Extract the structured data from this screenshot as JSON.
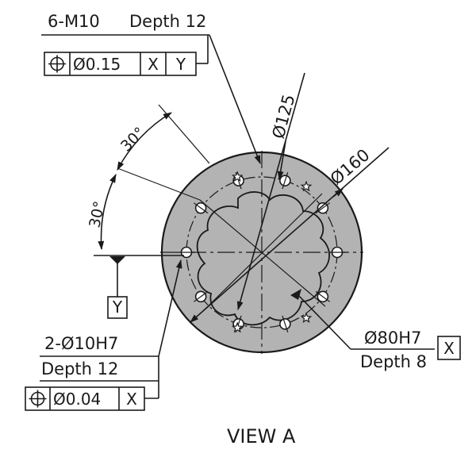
{
  "drawing": {
    "view_label": "VIEW A",
    "top_callout": {
      "line1_count": "6-M10",
      "line1_depth": "Depth 12",
      "fcf": {
        "symbol": "⊕",
        "tolerance": "Ø0.15",
        "datum1": "X",
        "datum2": "Y"
      }
    },
    "left_callout": {
      "line1": "2-Ø10H7",
      "line2": "Depth 12",
      "fcf": {
        "symbol": "⊕",
        "tolerance": "Ø0.04",
        "datum1": "X"
      }
    },
    "right_callout": {
      "line1": "Ø80H7",
      "line2": "Depth 8",
      "datum": "X"
    },
    "dimensions": {
      "dia_125": "Ø125",
      "dia_160": "Ø160",
      "angle_upper": "30°",
      "angle_lower": "30°"
    },
    "datum_y": "Y",
    "colors": {
      "flange_fill": "#b3b3b3",
      "line": "#1a1a1a"
    }
  }
}
